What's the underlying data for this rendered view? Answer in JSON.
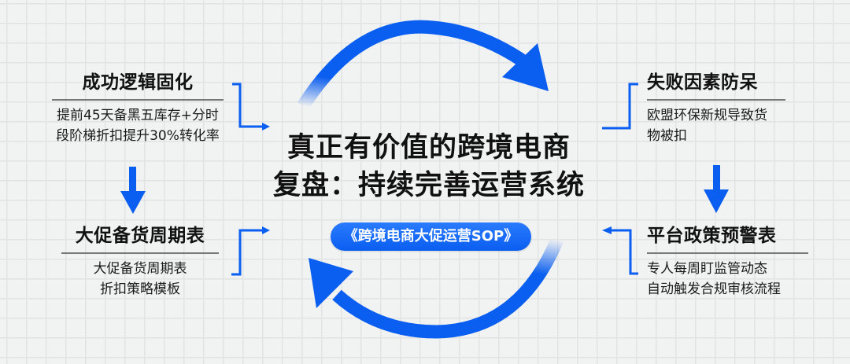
{
  "colors": {
    "accent": "#0a5ef0",
    "background": "#f1f2f2",
    "grid": "#e2e3e4",
    "text": "#111111"
  },
  "center": {
    "title_line1": "真正有价值的跨境电商",
    "title_line2": "复盘：持续完善运营系统",
    "badge": "《跨境电商大促运营SOP》"
  },
  "blocks": {
    "top_left": {
      "title": "成功逻辑固化",
      "lines": [
        "提前45天备黑五库存+分时",
        "段阶梯折扣提升30%转化率"
      ]
    },
    "bottom_left": {
      "title": "大促备货周期表",
      "lines": [
        "大促备货周期表",
        "折扣策略模板"
      ]
    },
    "top_right": {
      "title": "失败因素防呆",
      "lines": [
        "欧盟环保新规导致货",
        "物被扣"
      ]
    },
    "bottom_right": {
      "title": "平台政策预警表",
      "lines": [
        "专人每周盯监管动态",
        "自动触发合规审核流程"
      ]
    }
  },
  "icons": {
    "cycle_top": "curved-arrow-clockwise",
    "cycle_bottom": "curved-arrow-return",
    "left_down": "down-arrow",
    "right_down": "down-arrow",
    "connectors": "elbow-arrow"
  }
}
